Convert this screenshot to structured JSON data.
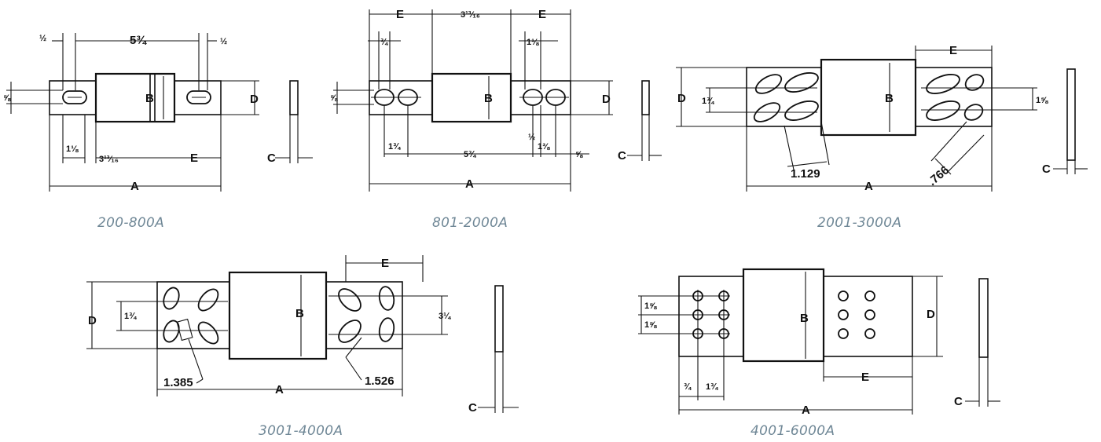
{
  "panels": [
    {
      "caption": "200-800A",
      "labels": {
        "a": "A",
        "b": "B",
        "c": "C",
        "d": "D",
        "e": "E"
      },
      "dims": {
        "half_left": "½",
        "center_span": "5¾",
        "half_right": "½",
        "slot_width": "⅝",
        "hole_offset": "1⅛",
        "inner_span": "3¹³⁄₁₆"
      }
    },
    {
      "caption": "801-2000A",
      "labels": {
        "a": "A",
        "b": "B",
        "c": "C",
        "d": "D",
        "e_left": "E",
        "e_right": "E"
      },
      "dims": {
        "top_center": "3¹³⁄₁₆",
        "left_pitch": "¾",
        "right_pitch": "1⅛",
        "slot_width": "⅝",
        "left_offset": "1¾",
        "bottom_span": "5¾",
        "right_half": "½",
        "right_pitch_2": "1⅜",
        "end_offset": "⅝"
      }
    },
    {
      "caption": "2001-3000A",
      "labels": {
        "a": "A",
        "b": "B",
        "c": "C",
        "d": "D",
        "e": "E"
      },
      "dims": {
        "left_pitch": "1¾",
        "right_pitch": "1⅝",
        "diag_left": "1.129",
        "diag_right": ".766"
      }
    },
    {
      "caption": "3001-4000A",
      "labels": {
        "a": "A",
        "b": "B",
        "c": "C",
        "d": "D",
        "e": "E"
      },
      "dims": {
        "left_pitch": "1¾",
        "right_pitch": "3¼",
        "diag_left": "1.385",
        "diag_right": "1.526"
      }
    },
    {
      "caption": "4001-6000A",
      "labels": {
        "a": "A",
        "b": "B",
        "c": "C",
        "d": "D",
        "e": "E"
      },
      "dims": {
        "pitch_1": "1⅝",
        "pitch_2": "1⅝",
        "edge": "¾",
        "col_pitch": "1¾"
      }
    }
  ]
}
